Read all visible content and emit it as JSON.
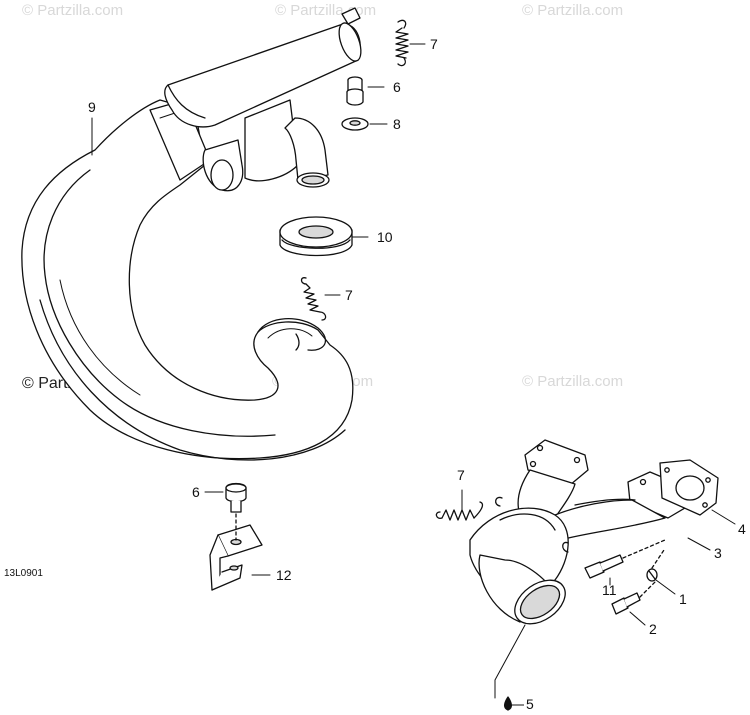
{
  "watermark": {
    "text": "© Partzilla.com",
    "faint_color": "#d8d8d8",
    "strong_color": "#222222"
  },
  "diagram_code": "13L0901",
  "callouts": {
    "c9": "9",
    "c7a": "7",
    "c6a": "6",
    "c8": "8",
    "c10": "10",
    "c7b": "7",
    "c6b": "6",
    "c12": "12",
    "c7c": "7",
    "c4": "4",
    "c3": "3",
    "c11": "11",
    "c1": "1",
    "c2": "2",
    "c5": "5"
  },
  "colors": {
    "line": "#111111",
    "fill": "#ffffff",
    "shade": "#d9d9d9"
  }
}
